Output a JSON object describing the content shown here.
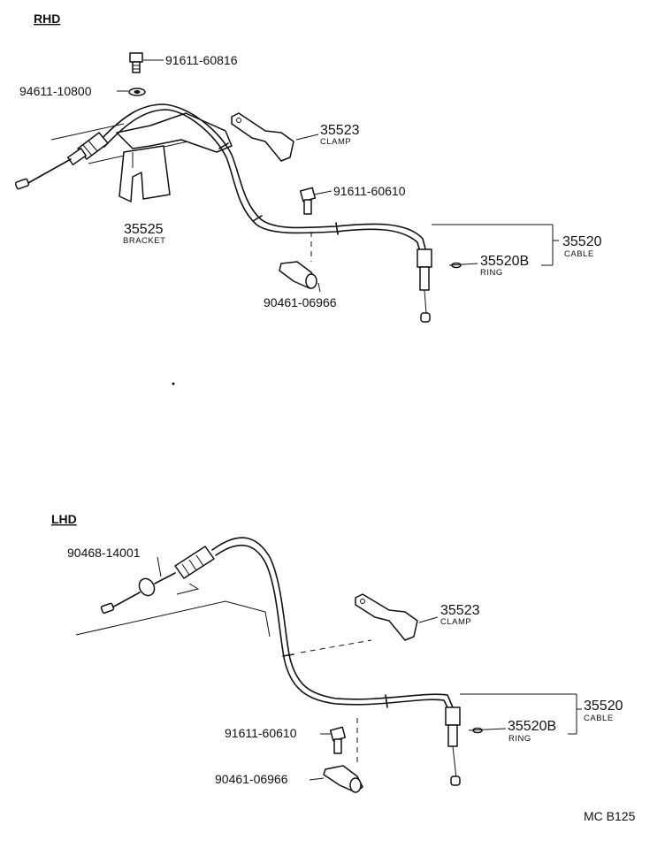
{
  "sections": {
    "rhd": {
      "heading": "RHD"
    },
    "lhd": {
      "heading": "LHD"
    }
  },
  "rhd_parts": {
    "bolt_top": "91611-60816",
    "washer": "94611-10800",
    "clamp_no": "35523",
    "clamp_name": "CLAMP",
    "bolt_mid": "91611-60610",
    "bracket_no": "35525",
    "bracket_name": "BRACKET",
    "cable_no": "35520",
    "cable_name": "CABLE",
    "ring_no": "35520B",
    "ring_name": "RING",
    "clip": "90461-06966"
  },
  "lhd_parts": {
    "grommet": "90468-14001",
    "clamp_no": "35523",
    "clamp_name": "CLAMP",
    "cable_no": "35520",
    "cable_name": "CABLE",
    "ring_no": "35520B",
    "ring_name": "RING",
    "bolt": "91611-60610",
    "clip": "90461-06966"
  },
  "figure_code": "MC B125"
}
